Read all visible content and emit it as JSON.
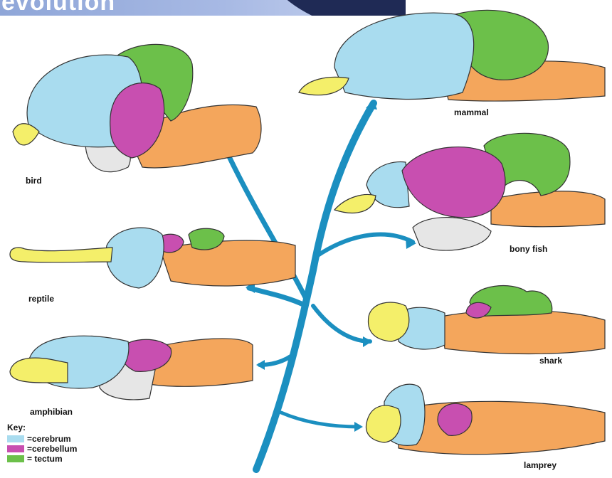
{
  "header": {
    "title": "evolution"
  },
  "animals": {
    "bird": "bird",
    "mammal": "mammal",
    "reptile": "reptile",
    "bony_fish": "bony fish",
    "amphibian": "amphibian",
    "shark": "shark",
    "lamprey": "lamprey"
  },
  "key": {
    "title": "Key:",
    "items": [
      {
        "label": "=cerebrum",
        "color": "#a9dcef"
      },
      {
        "label": "=cerebellum",
        "color": "#c84fb0"
      },
      {
        "label": "= tectum",
        "color": "#6cc04a"
      }
    ]
  },
  "colors": {
    "cerebrum": "#a9dcef",
    "cerebellum": "#c84fb0",
    "tectum": "#6cc04a",
    "olfactory": "#f4ef6a",
    "brainstem": "#f4a65c",
    "pituitary": "#e6e6e6",
    "tree": "#1b8fc0"
  }
}
